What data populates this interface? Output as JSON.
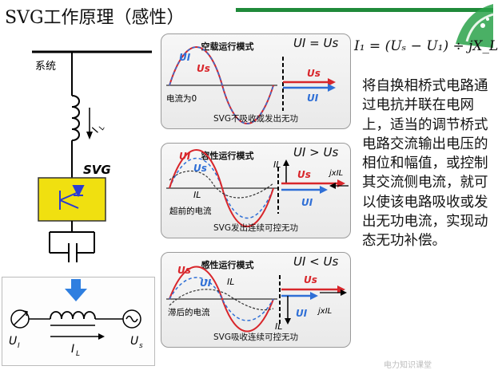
{
  "header": {
    "title": "SVG工作原理（感性）"
  },
  "left_diagram": {
    "system_label": "系统",
    "current_label": "I",
    "current_sub": "L",
    "svg_label": "SVG"
  },
  "bottom_circuit": {
    "u_left": "U",
    "u_left_sub": "I",
    "i_label": "I",
    "i_sub": "L",
    "u_right": "U",
    "u_right_sub": "s"
  },
  "formula": {
    "text": "I₁ = (Uₛ − U₁) ÷ jX_L"
  },
  "modes": [
    {
      "title": "空载运行模式",
      "relation": "UI = Us",
      "caption": "SVG不吸收或发出无功",
      "note": "电流为0",
      "wave_labels": {
        "ui": "UI",
        "us": "Us"
      },
      "vector_labels": {
        "us": "Us",
        "ui": "UI"
      }
    },
    {
      "title": "容性运行模式",
      "relation": "UI > Us",
      "caption": "SVG发出连续可控无功",
      "note": "超前的电流",
      "wave_labels": {
        "ui": "UI",
        "us": "Us",
        "il": "IL"
      },
      "vector_labels": {
        "us": "Us",
        "ui": "UI",
        "il": "IL",
        "jx": "jxIL"
      }
    },
    {
      "title": "感性运行模式",
      "relation": "UI < Us",
      "caption": "SVG吸收连续可控无功",
      "note": "滞后的电流",
      "wave_labels": {
        "ui": "UI",
        "us": "Us",
        "il": "IL"
      },
      "vector_labels": {
        "us": "Us",
        "ui": "UI",
        "il": "IL",
        "jx": "jxIL"
      }
    }
  ],
  "description": "将自换相桥式电路通过电抗并联在电网上，适当的调节桥式电路交流输出电压的相位和幅值，或控制其交流侧电流，就可以使该电路吸收或发出无功电流，实现动态无功补偿。",
  "colors": {
    "accent_green": "#1f8a3a",
    "red": "#d8262b",
    "blue": "#2f6fd6",
    "svg_box": "#f0e010",
    "arrow_blue": "#2f7fe0"
  },
  "footer": {
    "text": "电力知识课堂"
  }
}
